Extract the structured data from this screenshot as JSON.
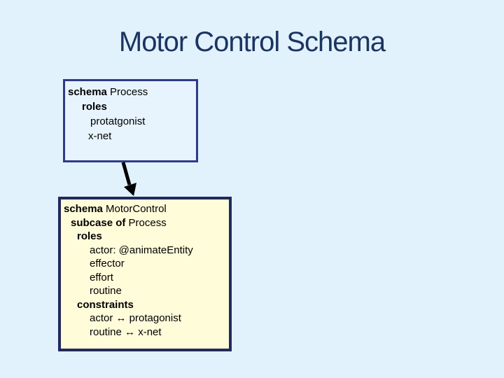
{
  "slide": {
    "title": "Motor Control Schema",
    "colors": {
      "background": "#e1f2fc",
      "title_text": "#1c3461",
      "process_box_border": "#2f3a85",
      "process_box_fill": "#e7f4fd",
      "motor_box_border": "#222a5a",
      "motor_box_fill": "#fffcda",
      "arrow": "#000000",
      "body_text": "#000000"
    },
    "process_box": {
      "lines": [
        {
          "bold": "schema",
          "rest": " Process"
        },
        {
          "bold": "roles",
          "rest": ""
        },
        {
          "bold": "",
          "rest": "protatgonist"
        },
        {
          "bold": "",
          "rest": "x-net"
        }
      ]
    },
    "motor_box": {
      "lines": [
        {
          "bold": "schema",
          "rest": " MotorControl"
        },
        {
          "bold": "subcase of",
          "rest": " Process"
        },
        {
          "bold": "roles",
          "rest": ""
        },
        {
          "bold": "",
          "rest": "actor: @animateEntity"
        },
        {
          "bold": "",
          "rest": "effector"
        },
        {
          "bold": "",
          "rest": "effort"
        },
        {
          "bold": "",
          "rest": "routine"
        },
        {
          "bold": "constraints",
          "rest": ""
        },
        {
          "bold": "",
          "rest": "actor ↔ protagonist"
        },
        {
          "bold": "",
          "rest": "routine ↔ x-net"
        }
      ]
    }
  }
}
